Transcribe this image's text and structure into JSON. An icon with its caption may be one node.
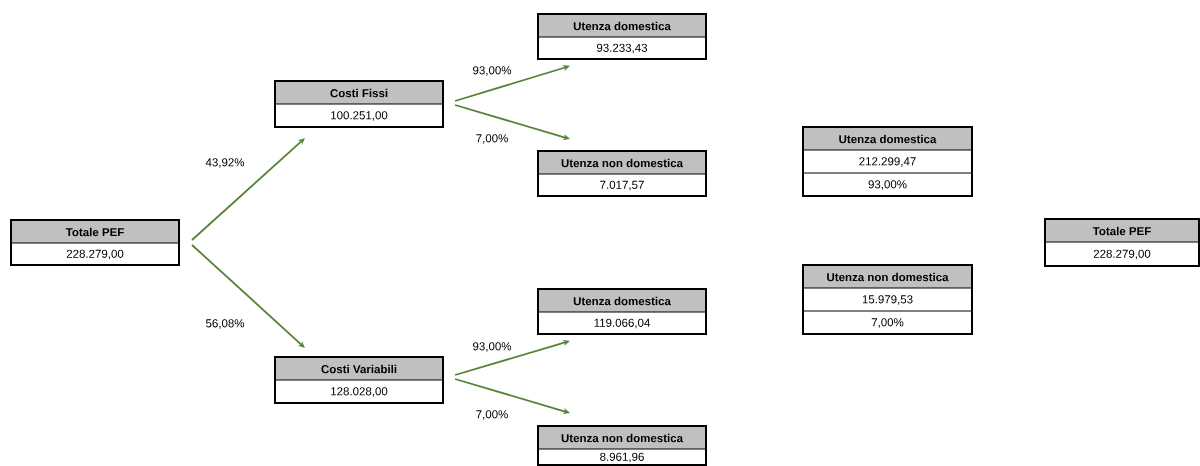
{
  "diagram": {
    "nodes": [
      {
        "text": [
          "Totale PEF",
          "228.279,00"
        ]
      },
      {
        "text": [
          "Costi Fissi",
          "100.251,00"
        ]
      },
      {
        "text": [
          "Costi Variabili",
          "128.028,00"
        ]
      },
      {
        "text": [
          "Utenza domestica",
          "93.233,43"
        ]
      },
      {
        "text": [
          "Utenza non domestica",
          "7.017,57"
        ]
      },
      {
        "text": [
          "Utenza domestica",
          "119.066,04"
        ]
      },
      {
        "text": [
          "Utenza non domestica",
          "8.961,96"
        ]
      },
      {
        "text": [
          "Utenza domestica",
          "212.299,47",
          "93,00%"
        ]
      },
      {
        "text": [
          "Utenza non domestica",
          "15.979,53",
          "7,00%"
        ]
      },
      {
        "text": [
          "Totale PEF",
          "228.279,00"
        ]
      }
    ],
    "edges": [
      {
        "from": 0,
        "to": 1,
        "arrow": "to",
        "label": "43,92%"
      },
      {
        "from": 0,
        "to": 2,
        "arrow": "to",
        "label": "56,08%"
      },
      {
        "from": 1,
        "to": 3,
        "arrow": "to",
        "label": "93,00%"
      },
      {
        "from": 1,
        "to": 4,
        "arrow": "to",
        "label": "7,00%"
      },
      {
        "from": 2,
        "to": 5,
        "arrow": "to",
        "label": "93,00%"
      },
      {
        "from": 2,
        "to": 6,
        "arrow": "to",
        "label": "7,00%"
      }
    ]
  }
}
